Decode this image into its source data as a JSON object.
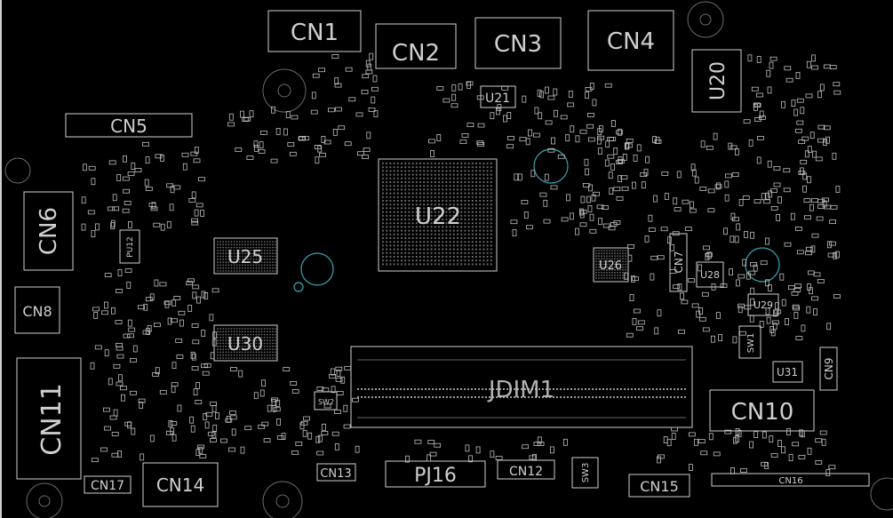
{
  "connectors": {
    "cn1": "CN1",
    "cn2": "CN2",
    "cn3": "CN3",
    "cn4": "CN4",
    "cn5": "CN5",
    "cn6": "CN6",
    "cn7": "CN7",
    "cn8": "CN8",
    "cn9": "CN9",
    "cn10": "CN10",
    "cn11": "CN11",
    "cn12": "CN12",
    "cn13": "CN13",
    "cn14": "CN14",
    "cn15": "CN15",
    "cn16": "CN16",
    "cn17": "CN17",
    "jdim1": "JDIM1",
    "pj16": "PJ16"
  },
  "chips": {
    "u20": "U20",
    "u21": "U21",
    "u22": "U22",
    "u25": "U25",
    "u26": "U26",
    "u28": "U28",
    "u29": "U29",
    "u30": "U30",
    "u31": "U31",
    "pu12": "PU12"
  },
  "switches": {
    "sw1": "SW1",
    "sw2": "SW2",
    "sw3": "SW3"
  },
  "colors": {
    "background": "#000000",
    "silkscreen": "#cfcfcf",
    "mounting_hole": "#3aa6b0"
  }
}
